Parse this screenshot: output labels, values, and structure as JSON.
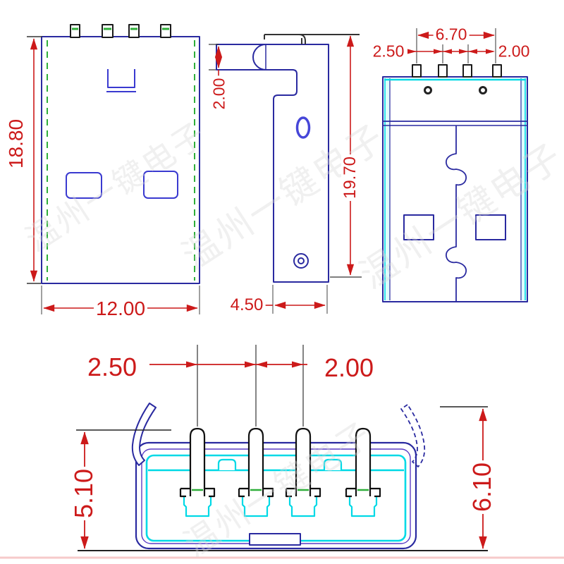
{
  "watermark_text": "温州一键电子",
  "dims": {
    "front_height": "18.80",
    "front_width": "12.00",
    "side_step": "2.00",
    "side_height": "19.70",
    "side_width": "4.50",
    "back_pin_span": "6.70",
    "back_pitch_left": "2.50",
    "back_pitch_right": "2.00",
    "bottom_pitch_left": "2.50",
    "bottom_pitch_right": "2.00",
    "bottom_height_left": "5.10",
    "bottom_height_right": "6.10"
  },
  "colors": {
    "outline_blue": "#2a2aa0",
    "detail_indigo": "#4646d8",
    "accent_purple": "#5a3bc4",
    "shell_cyan": "#00d9e6",
    "seal_green": "#2fae3a",
    "dimension_red": "#cc1a1a",
    "pin_black": "#1a1a1a"
  }
}
